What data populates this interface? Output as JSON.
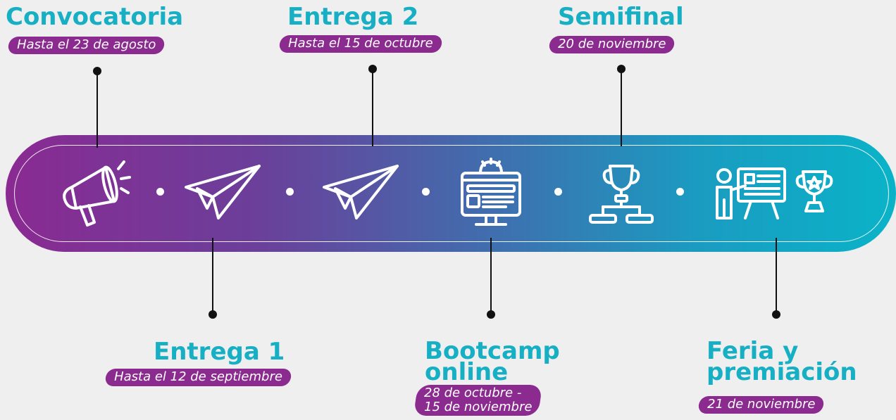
{
  "milestones": [
    {
      "title": "Convocatoria",
      "date": "Hasta el 23 de agosto"
    },
    {
      "title": "Entrega 1",
      "date": "Hasta el 12 de septiembre"
    },
    {
      "title": "Entrega 2",
      "date": "Hasta el 15 de octubre"
    },
    {
      "title_line1": "Bootcamp",
      "title_line2": "online",
      "date_line1": "28 de octubre -",
      "date_line2": "15 de noviembre"
    },
    {
      "title": "Semifinal",
      "date": "20 de noviembre"
    },
    {
      "title_line1": "Feria y",
      "title_line2": "premiación",
      "date": "21 de noviembre"
    }
  ],
  "colors": {
    "title": "#17afc4",
    "pill": "#8b2b8f",
    "band_start": "#8a2a92",
    "band_end": "#0ab3c8",
    "background": "#efefef"
  },
  "icons": [
    "megaphone-icon",
    "paper-plane-icon",
    "paper-plane-icon",
    "computer-settings-icon",
    "tournament-trophy-icon",
    "presentation-trophy-icon"
  ]
}
